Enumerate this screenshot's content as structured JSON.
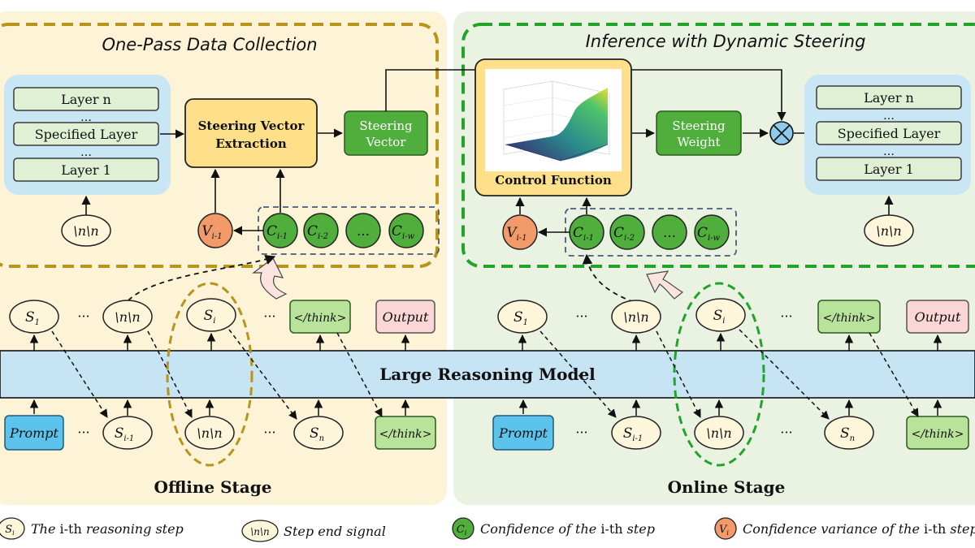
{
  "offline": {
    "title": "One-Pass Data Collection",
    "stage_label": "Offline Stage",
    "layers": {
      "top": "Layer n",
      "dots1": "…",
      "mid": "Specified Layer",
      "dots2": "…",
      "bottom": "Layer 1"
    },
    "nn_token": "\\n\\n",
    "extraction_line1": "Steering Vector",
    "extraction_line2": "Extraction",
    "vector_line1": "Steering",
    "vector_line2": "Vector",
    "v_label": "V",
    "v_sub": "i-1",
    "c1": "C",
    "c1_sub": "i-1",
    "c2": "C",
    "c2_sub": "i-2",
    "c_dots": "…",
    "cw": "C",
    "cw_sub": "i-w"
  },
  "online": {
    "title": "Inference with Dynamic Steering",
    "stage_label": "Online Stage",
    "control_function": "Control Function",
    "weight_line1": "Steering",
    "weight_line2": "Weight",
    "layers": {
      "top": "Layer n",
      "dots1": "…",
      "mid": "Specified Layer",
      "dots2": "…",
      "bottom": "Layer 1"
    },
    "nn_token": "\\n\\n",
    "v_label": "V",
    "v_sub": "i-1",
    "c1": "C",
    "c1_sub": "i-1",
    "c2": "C",
    "c2_sub": "i-2",
    "c_dots": "…",
    "cw": "C",
    "cw_sub": "i-w"
  },
  "model": {
    "label": "Large Reasoning Model"
  },
  "tokens": {
    "s": "S",
    "s1_sub": "1",
    "si_sub": "i",
    "sim1_sub": "i-1",
    "sn_sub": "n",
    "dots": "···",
    "nn": "\\n\\n",
    "think_close": "</think>",
    "output": "Output",
    "prompt": "Prompt"
  },
  "legend": {
    "s_icon": "S",
    "s_icon_sub": "i",
    "s_text_a": "The ",
    "s_text_b": "i-th",
    "s_text_c": " reasoning step",
    "nn_icon": "\\n\\n",
    "nn_text": "Step end signal",
    "c_icon": "C",
    "c_icon_sub": "i",
    "c_text_a": "Confidence of the ",
    "c_text_b": "i-th",
    "c_text_c": " step",
    "v_icon": "V",
    "v_icon_sub": "i",
    "v_text_a": "Confidence variance of the ",
    "v_text_b": "i-th",
    "v_text_c": " step"
  },
  "colors": {
    "offline_bg": "#fdf3d7",
    "online_bg": "#eaf3e2",
    "offline_dash": "#b8941c",
    "online_dash": "#22a32a",
    "layer_panel": "#c9e6f5",
    "layer_box": "#dff0d5",
    "yellow_box": "#ffe08a",
    "green_box": "#4fae3c",
    "orange_circle": "#f29a6a",
    "cream_circle": "#fdf6da",
    "model_bar": "#c6e4f3",
    "prompt_box": "#5bc3ec",
    "think_box": "#b9e29b",
    "output_box": "#fad6d6"
  }
}
